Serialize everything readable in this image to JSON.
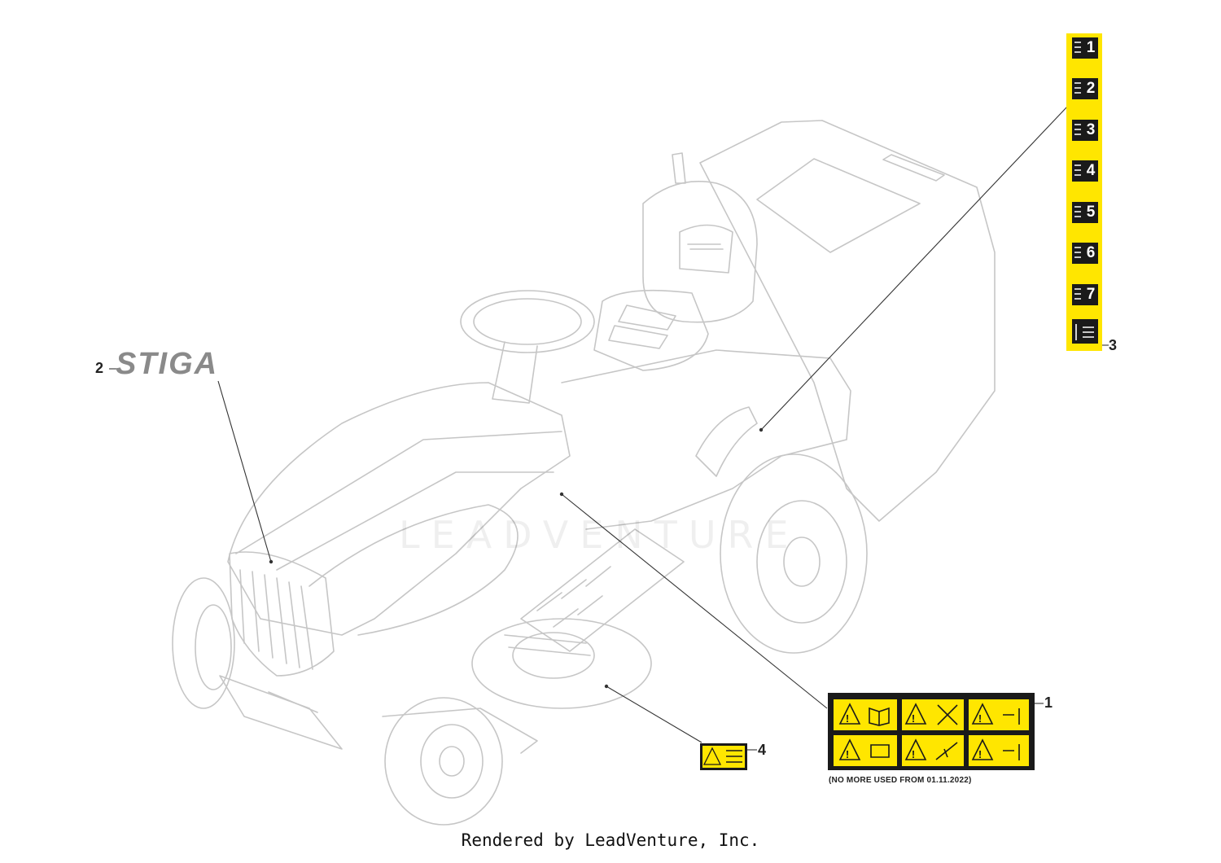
{
  "brand_text": "STIGA",
  "watermark_text": "LEADVENTURE",
  "footer_text": "Rendered by LeadVenture, Inc.",
  "callouts": [
    "1",
    "2",
    "3",
    "4"
  ],
  "label_1_note": "(NO MORE USED FROM 01.11.2022)",
  "decal_strip_numbers": [
    "1",
    "2",
    "3",
    "4",
    "5",
    "6",
    "7"
  ],
  "colors": {
    "decal_yellow": "#ffe600",
    "outline": "#c8c8c8",
    "leader": "#333333"
  }
}
